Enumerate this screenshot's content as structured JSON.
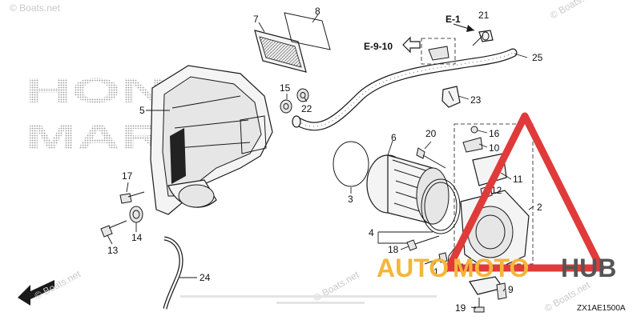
{
  "watermark": {
    "corner_text": "© Boats.net",
    "brand_line1": "HONDA",
    "brand_line2": "MARINE",
    "logo_part1": "AUTO",
    "logo_part2": "MOTO",
    "logo_part3": "HUB"
  },
  "references": {
    "e1": "E-1",
    "e910": "E-9-10"
  },
  "diagram_code": "ZX1AE1500A",
  "callouts": {
    "p1": "1",
    "p2": "2",
    "p3": "3",
    "p4": "4",
    "p5": "5",
    "p6": "6",
    "p7": "7",
    "p8": "8",
    "p9": "9",
    "p10": "10",
    "p11": "11",
    "p12": "12",
    "p13": "13",
    "p14": "14",
    "p15": "15",
    "p16": "16",
    "p17": "17",
    "p18": "18",
    "p19": "19",
    "p20": "20",
    "p21": "21",
    "p22": "22",
    "p23": "23",
    "p24": "24",
    "p25": "25"
  },
  "colors": {
    "logo_triangle": "#e03a3a",
    "logo_auto": "#f4b63a",
    "logo_hub": "#555555"
  }
}
